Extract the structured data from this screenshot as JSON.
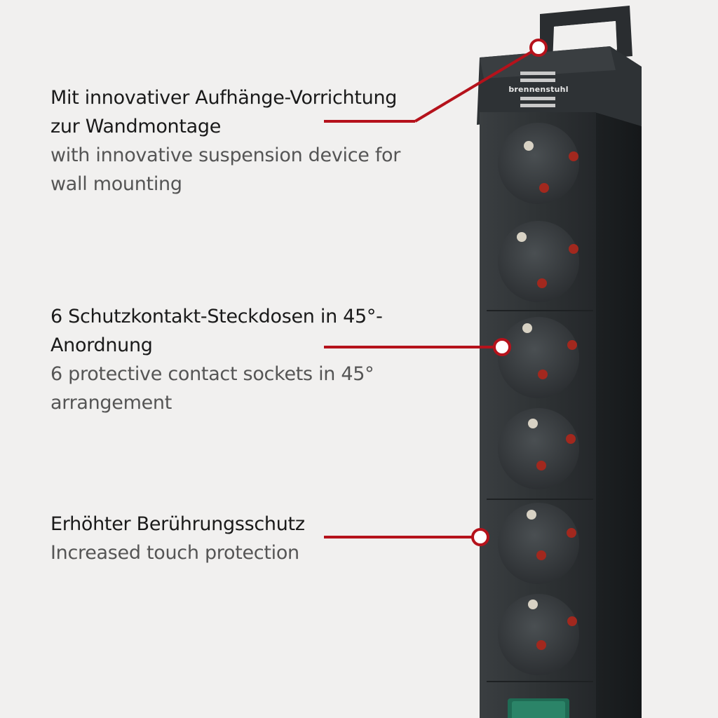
{
  "callouts": [
    {
      "de": "Mit innovativer Aufhänge-Vorrichtung zur Wandmontage",
      "en": "with innovative suspension device for wall mounting"
    },
    {
      "de": "6 Schutzkontakt-Steckdosen in 45°-Anordnung",
      "en": "6 protective contact sockets in 45° arrangement"
    },
    {
      "de": "Erhöhter Berührungsschutz",
      "en": "Increased touch protection"
    }
  ],
  "product": {
    "brand": "brennenstuhl",
    "socket_count": 6,
    "body_color": "#2c2f31",
    "accent_color": "#b5121b",
    "switch_color": "#1f6b54"
  }
}
